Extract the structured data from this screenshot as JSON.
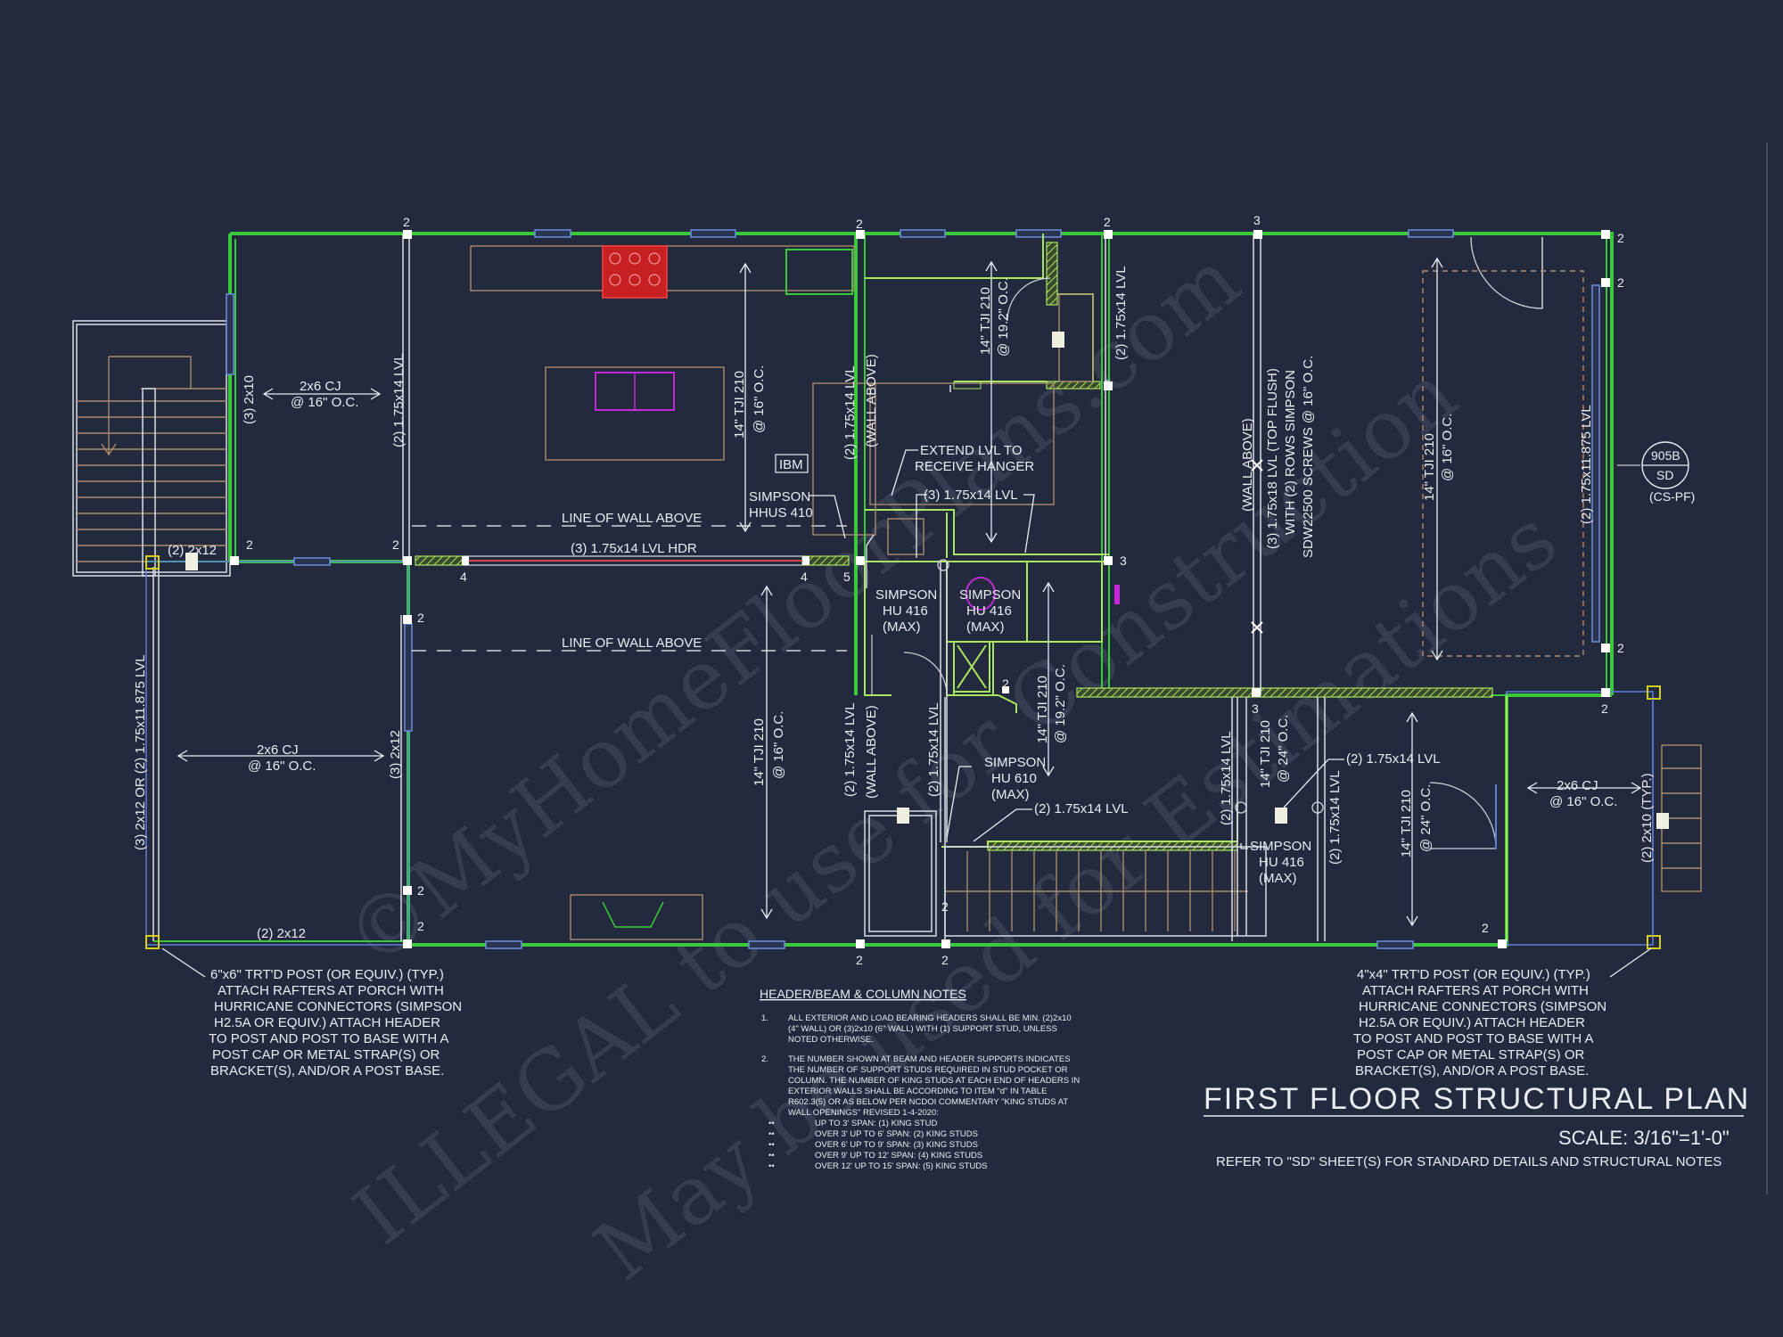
{
  "title": "FIRST FLOOR STRUCTURAL PLAN",
  "scale": "SCALE: 3/16\"=1'-0\"",
  "refer_note": "REFER TO \"SD\" SHEET(S) FOR STANDARD DETAILS AND STRUCTURAL NOTES",
  "watermark": [
    "©MyHomeFloorPlans.com",
    "ILLEGAL to use for Construction",
    "May be used for Estimations"
  ],
  "detail_tag": {
    "number": "905B",
    "sheet": "SD",
    "sub": "(CS-PF)"
  },
  "notes": {
    "heading": "HEADER/BEAM & COLUMN NOTES",
    "n1_num": "1.",
    "n1": [
      "ALL EXTERIOR AND LOAD BEARING HEADERS SHALL BE MIN. (2)2x10",
      "(4\" WALL) OR (3)2x10 (6\" WALL) WITH (1) SUPPORT STUD, UNLESS",
      "NOTED OTHERWISE."
    ],
    "n2_num": "2.",
    "n2": [
      "THE NUMBER SHOWN AT BEAM AND HEADER SUPPORTS INDICATES",
      "THE NUMBER OF SUPPORT STUDS REQUIRED IN STUD POCKET OR",
      "COLUMN. THE NUMBER OF KING STUDS AT EACH END OF HEADERS IN",
      "EXTERIOR WALLS SHALL BE ACCORDING TO ITEM \"d\" IN TABLE",
      "R602.3(5) OR AS BELOW PER NCDOI COMMENTARY \"KING STUDS AT",
      "WALL OPENINGS\" REVISED 1-4-2020:"
    ],
    "bullets": [
      "UP TO 3' SPAN: (1) KING STUD",
      "OVER 3' UP TO 6' SPAN: (2) KING STUDS",
      "OVER 6' UP TO 9' SPAN: (3) KING STUDS",
      "OVER 9' UP TO 12' SPAN: (4) KING STUDS",
      "OVER 12' UP TO 15' SPAN: (5) KING STUDS"
    ]
  },
  "left_post_note": [
    "6\"x6\" TRT'D POST (OR EQUIV.) (TYP.)",
    "ATTACH RAFTERS AT PORCH WITH",
    "HURRICANE CONNECTORS (SIMPSON",
    "H2.5A OR EQUIV.) ATTACH HEADER",
    "TO POST AND POST TO BASE WITH A",
    "POST CAP OR METAL STRAP(S) OR",
    "BRACKET(S), AND/OR A POST BASE."
  ],
  "right_post_note": [
    "4\"x4\" TRT'D POST (OR EQUIV.) (TYP.)",
    "ATTACH RAFTERS AT PORCH WITH",
    "HURRICANE CONNECTORS (SIMPSON",
    "H2.5A OR EQUIV.) ATTACH HEADER",
    "TO POST AND POST TO BASE WITH A",
    "POST CAP OR METAL STRAP(S) OR",
    "BRACKET(S), AND/OR A POST BASE."
  ],
  "labels": {
    "cj_top_left_1": "2x6 CJ",
    "cj_top_left_2": "@ 16\" O.C.",
    "cj_bottom_left_1": "2x6 CJ",
    "cj_bottom_left_2": "@ 16\" O.C.",
    "cj_right_1": "2x6 CJ",
    "cj_right_2": "@ 16\" O.C.",
    "h_3_2x10": "(3) 2x10",
    "h_2_2x12_top": "(2) 2x12",
    "h_2_2x12_bottom": "(2) 2x12",
    "h_3_2x12": "(3) 2x12",
    "v_left_porch": "(3) 2x12 OR (2) 1.75x11.875 LVL",
    "v_lvl_a": "(2) 1.75x14 LVL",
    "tji_kitchen_1": "14\" TJI 210",
    "tji_kitchen_2": "@ 16\" O.C.",
    "tji_pantry_1": "14\" TJI 210",
    "tji_pantry_2": "@ 19.2\" O.C.",
    "v_lvl_b": "(2) 1.75x14 LVL",
    "wall_above_a": "(WALL ABOVE)",
    "v_lvl_c": "(2) 1.75x14 LVL",
    "ibm": "IBM",
    "extend_1": "EXTEND LVL TO",
    "extend_2": "RECEIVE HANGER",
    "lvl_3_a": "(3) 1.75x14 LVL",
    "simpson_hhus_1": "SIMPSON",
    "simpson_hhus_2": "HHUS 410",
    "line_wall_above_1": "LINE OF WALL ABOVE",
    "line_wall_above_2": "LINE OF WALL ABOVE",
    "hdr": "(3) 1.75x14 LVL HDR",
    "simpson_hu416a_1": "SIMPSON",
    "simpson_hu416a_2": "HU 416",
    "simpson_hu416a_3": "(MAX)",
    "simpson_hu416b_1": "SIMPSON",
    "simpson_hu416b_2": "HU 416",
    "simpson_hu416b_3": "(MAX)",
    "wall_above_b": "(WALL ABOVE)",
    "lvl_flush_1": "(3) 1.75x18 LVL (TOP FLUSH)",
    "lvl_flush_2": "WITH (2) ROWS SIMPSON",
    "lvl_flush_3": "SDW22500 SCREWS @ 16\" O.C.",
    "tji_garage_1": "14\" TJI 210",
    "tji_garage_2": "@ 16\" O.C.",
    "v_lvl_garage": "(2) 1.75x11.875 LVL",
    "tji_living_1": "14\" TJI 210",
    "tji_living_2": "@ 16\" O.C.",
    "v_lvl_d": "(2) 1.75x14 LVL",
    "wall_above_c": "(WALL ABOVE)",
    "v_lvl_e": "(2) 1.75x14 LVL",
    "tji_mid_1": "14\" TJI 210",
    "tji_mid_2": "@ 19.2\" O.C.",
    "simpson_hu610_1": "SIMPSON",
    "simpson_hu610_2": "HU 610",
    "simpson_hu610_3": "(MAX)",
    "lvl_2_stair": "(2) 1.75x14 LVL",
    "v_lvl_f": "(2) 1.75x14 LVL",
    "tji_stair_1": "14\" TJI 210",
    "tji_stair_2": "@ 24\" O.C.",
    "simpson_hu416c_1": "SIMPSON",
    "simpson_hu416c_2": "HU 416",
    "simpson_hu416c_3": "(MAX)",
    "lvl_2_right": "(2) 1.75x14 LVL",
    "v_lvl_g": "(2) 1.75x14 LVL",
    "tji_right_1": "14\" TJI 210",
    "tji_right_2": "@ 24\" O.C.",
    "h_2x10_typ": "(2) 2x10 (TYP.)"
  },
  "stud_counts": {
    "top_1": "2",
    "top_2": "2",
    "top_3": "2",
    "top_4": "3",
    "top_5": "2",
    "r_1": "2",
    "r_2": "2",
    "mid_a": "2",
    "mid_b": "2",
    "mid_c": "4",
    "mid_d": "4",
    "mid_e": "5",
    "mid_f": "3",
    "left_a": "2",
    "left_b": "2",
    "left_c": "2",
    "kit": "2",
    "stair_a": "2",
    "stair_b": "3",
    "garage_bot": "2",
    "right_bot": "2",
    "bot_1": "2",
    "bot_2": "2",
    "bot_3": "2"
  }
}
